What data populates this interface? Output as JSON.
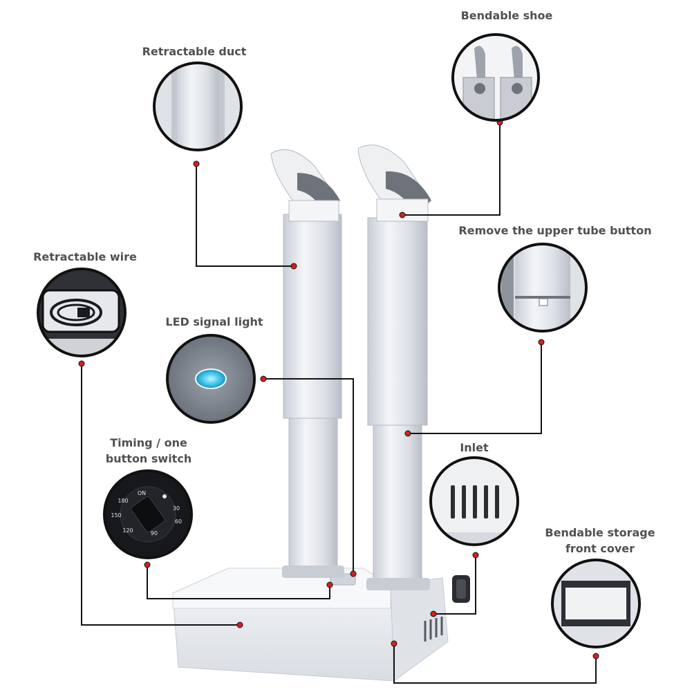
{
  "labels": {
    "retractable_duct": "Retractable duct",
    "bendable_shoe": "Bendable shoe",
    "remove_upper_tube_button": "Remove the upper tube button",
    "retractable_wire": "Retractable wire",
    "led_signal_light": "LED signal light",
    "timing_switch_line1": "Timing / one",
    "timing_switch_line2": "button switch",
    "inlet": "Inlet",
    "storage_cover_line1": "Bendable storage",
    "storage_cover_line2": "front cover"
  },
  "dial": {
    "top": "ON",
    "upper_left": "180",
    "upper_right": "30",
    "left": "150",
    "right": "60",
    "lower_left": "120",
    "bottom": "90"
  },
  "colors": {
    "callout_line": "#111111",
    "callout_dot": "#d42020",
    "label_text": "#505050",
    "device_body": "#eef0f3",
    "led": "#3fc4e8"
  }
}
